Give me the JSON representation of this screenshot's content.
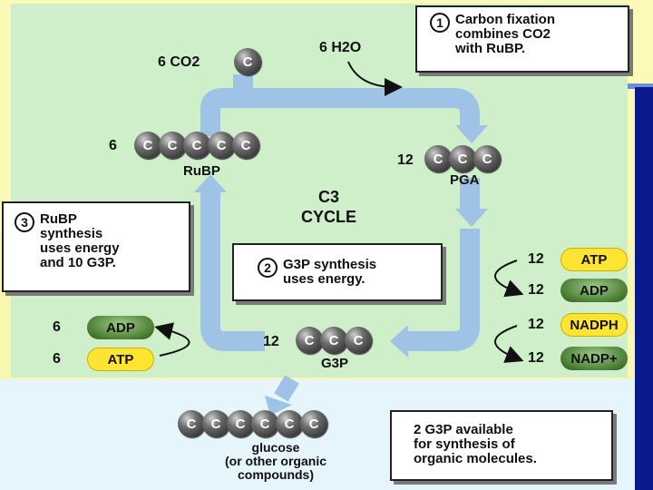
{
  "boxes": {
    "step1": {
      "number": "1",
      "text": "Carbon fixation\ncombines CO2\nwith RuBP."
    },
    "step2": {
      "number": "2",
      "text": "G3P synthesis\nuses energy."
    },
    "step3": {
      "number": "3",
      "text": "RuBP\nsynthesis\nuses energy\nand 10 G3P."
    },
    "output": {
      "text": "2 G3P available\nfor synthesis of\norganic molecules."
    }
  },
  "cycle_label": {
    "line1": "C3",
    "line2": "CYCLE"
  },
  "molecules": {
    "co2": {
      "count": "6 CO2",
      "carbon": "C"
    },
    "h2o": {
      "label": "6 H2O"
    },
    "rubp": {
      "count": "6",
      "name": "RuBP",
      "carbons": [
        "C",
        "C",
        "C",
        "C",
        "C"
      ]
    },
    "pga": {
      "count": "12",
      "name": "PGA",
      "carbons": [
        "C",
        "C",
        "C"
      ]
    },
    "g3p": {
      "count": "12",
      "name": "G3P",
      "carbons": [
        "C",
        "C",
        "C"
      ]
    },
    "glucose": {
      "name": "glucose\n(or other organic\ncompounds)",
      "carbons": [
        "C",
        "C",
        "C",
        "C",
        "C",
        "C"
      ]
    }
  },
  "energy_right": [
    {
      "count": "12",
      "label": "ATP",
      "kind": "atp"
    },
    {
      "count": "12",
      "label": "ADP",
      "kind": "adp"
    },
    {
      "count": "12",
      "label": "NADPH",
      "kind": "atp"
    },
    {
      "count": "12",
      "label": "NADP+",
      "kind": "adp"
    }
  ],
  "energy_left": [
    {
      "count": "6",
      "label": "ADP",
      "kind": "adp"
    },
    {
      "count": "6",
      "label": "ATP",
      "kind": "atp"
    }
  ],
  "colors": {
    "cycle_arrow": "#9ec3e6",
    "atp_pill": "#ffe531",
    "adp_pill": "#4a7f34",
    "green_panel": "#cfeeca",
    "yellow_bg": "#fdf9b6",
    "blue_bg": "#e6f4fb",
    "edge_bar": "#0a1a8a"
  }
}
